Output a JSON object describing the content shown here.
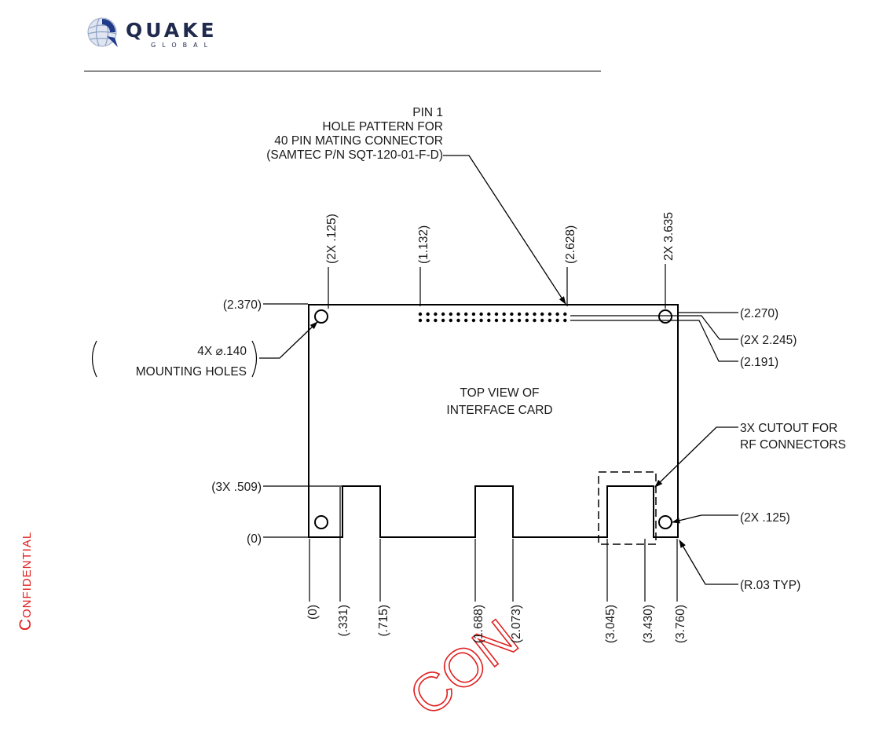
{
  "logo": {
    "word": "QUAKE",
    "sub": "GLOBAL"
  },
  "watermark": {
    "side": "Confidential",
    "center": "CON"
  },
  "drawing": {
    "title_line1": "TOP VIEW OF",
    "title_line2": "INTERFACE CARD",
    "callout_connector": {
      "line1": "PIN 1",
      "line2": "HOLE PATTERN FOR",
      "line3": "40 PIN MATING CONNECTOR",
      "line4": "(SAMTEC P/N SQT-120-01-F-D)"
    },
    "callout_mounting": {
      "line1": "4X ⌀.140",
      "line2": "MOUNTING HOLES"
    },
    "callout_cutout": {
      "line1": "3X CUTOUT FOR",
      "line2": "RF CONNECTORS"
    },
    "top_dims": {
      "hole_left": "(2X .125)",
      "conn_left": "(1.132)",
      "conn_right": "(2.628)",
      "hole_right": "2X 3.635"
    },
    "left_dims": {
      "top": "(2.370)",
      "cutout": "(3X .509)",
      "zero": "(0)"
    },
    "right_dims": {
      "top": "(2.270)",
      "mid": "(2X 2.245)",
      "low": "(2.191)",
      "hole": "(2X .125)",
      "radius": "(R.03 TYP)"
    },
    "bottom_dims": [
      "(0)",
      "(.331)",
      "(.715)",
      "(1.688)",
      "(2.073)",
      "(3.045)",
      "(3.430)",
      "(3.760)"
    ]
  }
}
